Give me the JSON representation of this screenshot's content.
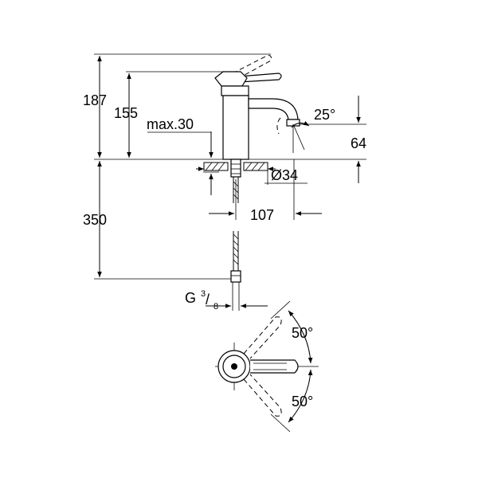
{
  "dimensions": {
    "total_height": "187",
    "spout_height": "155",
    "max_deck": "max.30",
    "spout_angle": "25°",
    "spout_drop": "64",
    "hole_diameter": "Ø34",
    "hose_length": "350",
    "reach": "107",
    "thread_g": "G",
    "thread_num": "3",
    "thread_slash": "/",
    "thread_den": "8",
    "lever_angle_top": "50°",
    "lever_angle_bottom": "50°"
  }
}
